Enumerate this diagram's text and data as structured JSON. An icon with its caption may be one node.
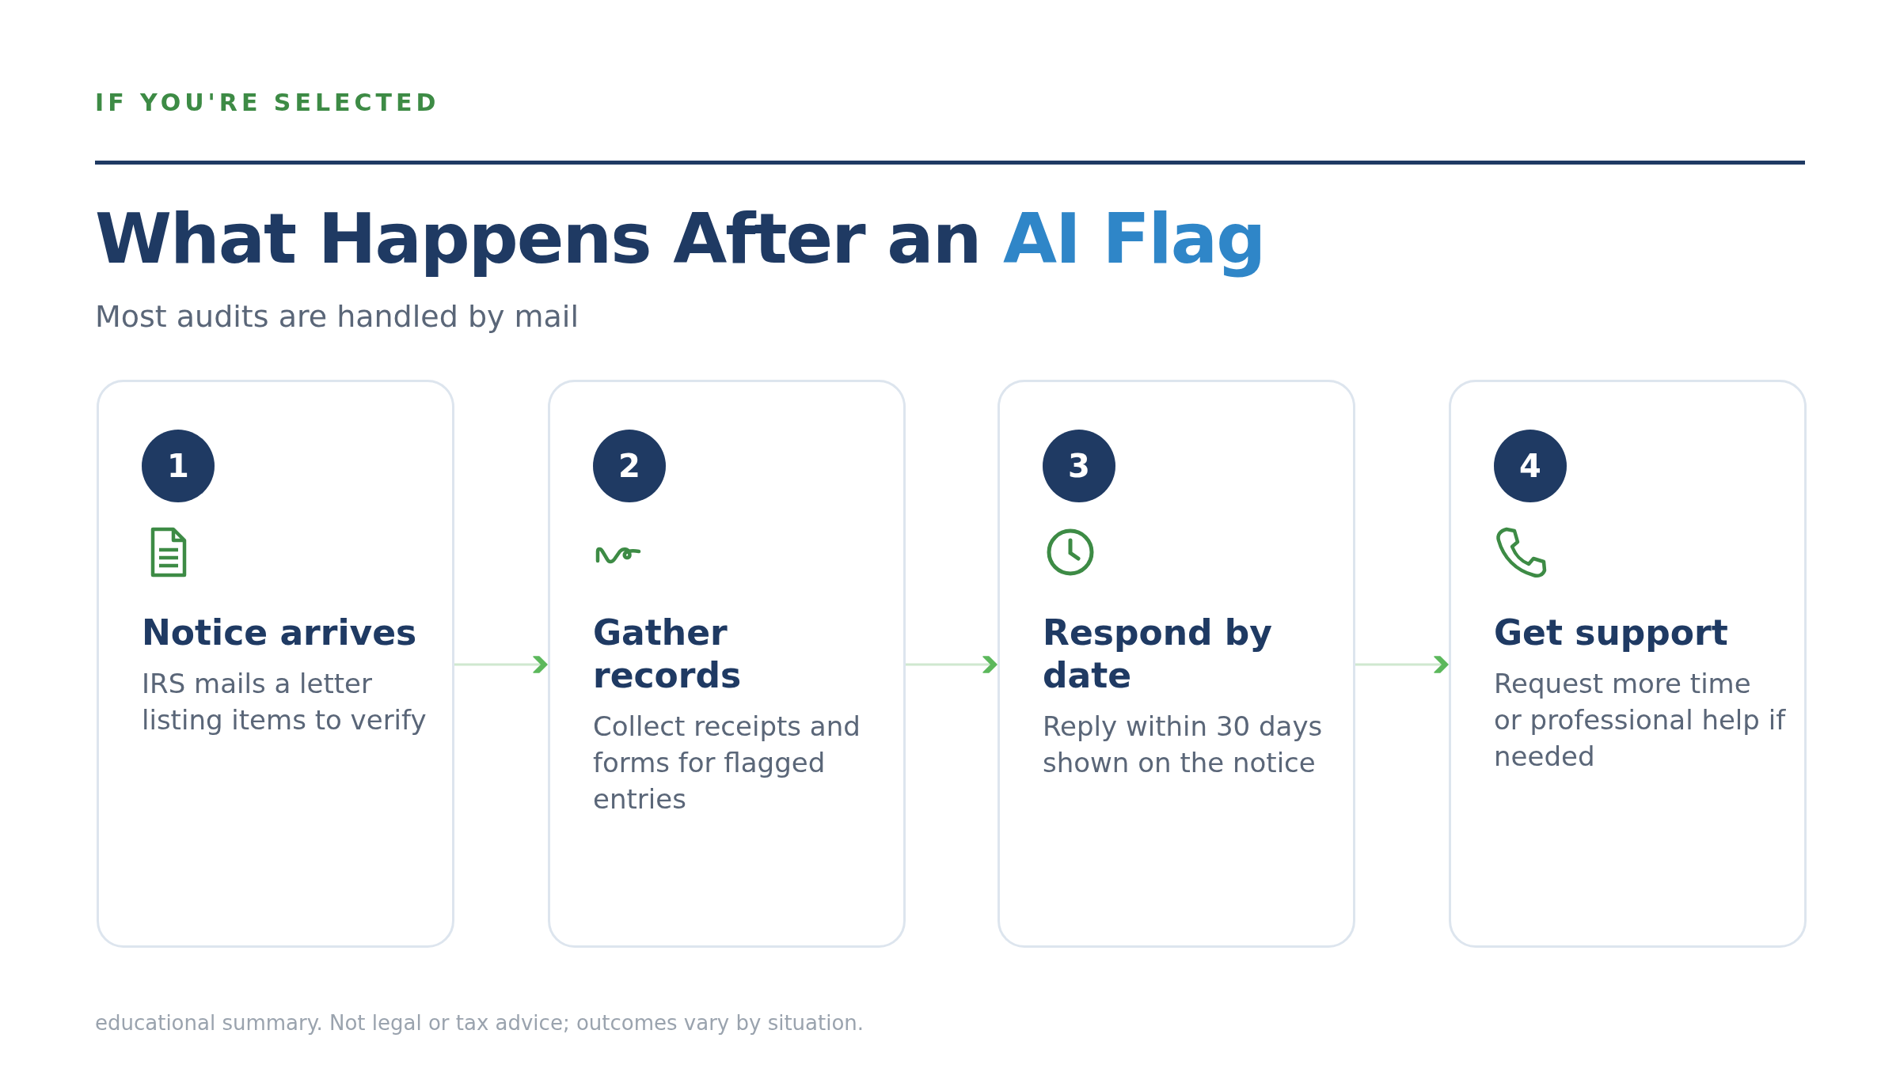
{
  "diagram": {
    "title": "What Happens After an AI Flag",
    "caption": "educational summary. Not legal or tax advice; outcomes vary by situation.",
    "nodes": [
      {
        "text": [
          "1",
          "Notice arrives",
          "IRS mails a letter listing items to verify"
        ]
      },
      {
        "text": [
          "2",
          "Gather records",
          "Collect receipts and forms for flagged entries"
        ]
      },
      {
        "text": [
          "3",
          "Respond by date",
          "Reply within 30 days shown on the notice"
        ]
      },
      {
        "text": [
          "4",
          "Get support",
          "Request more time or professional help if needed"
        ]
      }
    ],
    "edges": [
      {
        "from": 0,
        "to": 1,
        "arrow": "to"
      },
      {
        "from": 1,
        "to": 2,
        "arrow": "to"
      },
      {
        "from": 2,
        "to": 3,
        "arrow": "to"
      }
    ],
    "labels": [
      "IF YOU'RE SELECTED",
      "Most audits are handled by mail"
    ]
  }
}
